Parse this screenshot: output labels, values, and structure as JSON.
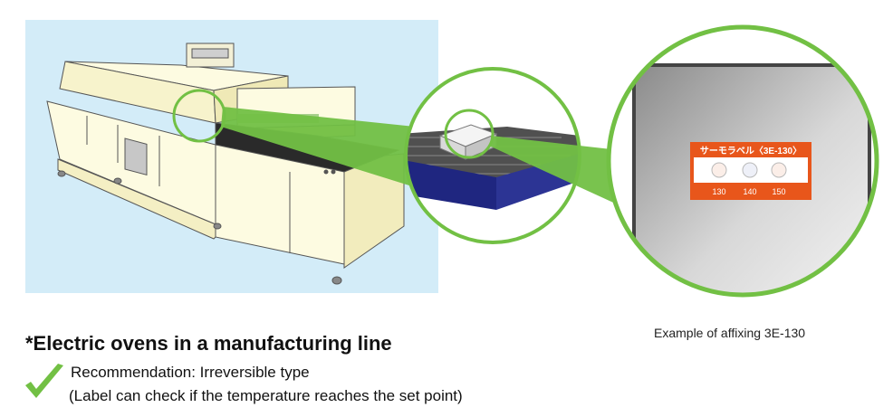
{
  "label_card": {
    "title": "サーモラベル〈3E-130〉",
    "temperatures": [
      "130",
      "140",
      "150"
    ]
  },
  "caption": "Example of affixing 3E-130",
  "heading": "*Electric ovens in a manufacturing line",
  "recommendation": "Recommendation: Irreversible type",
  "note": "(Label can check if the temperature reaches the set point)",
  "colors": {
    "background_panel": "#d3ecf8",
    "highlight_green": "#72c044",
    "label_orange": "#e8561b",
    "oven_body": "#fdfbe1",
    "conveyor_blue": "#1f2680"
  }
}
